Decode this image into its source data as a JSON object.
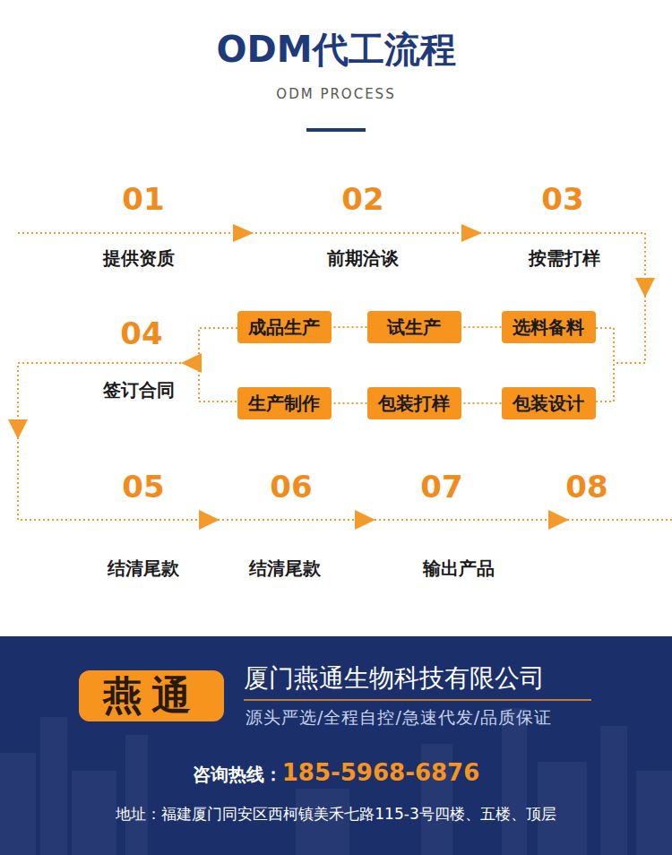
{
  "diagram": {
    "title": "ODM代工流程",
    "nodes": [
      {
        "text": [
          "成品生产"
        ]
      },
      {
        "text": [
          "试生产"
        ]
      },
      {
        "text": [
          "选料备料"
        ]
      },
      {
        "text": [
          "生产制作"
        ]
      },
      {
        "text": [
          "包装打样"
        ]
      },
      {
        "text": [
          "包装设计"
        ]
      },
      {
        "text": [
          "厦门燕通生物科技有限公司",
          "源头严选/全程自控/急速代发/品质保证",
          "咨询热线：",
          "185-5968-6876",
          "地址：福建厦门同安区西柯镇美禾七路115-3号四楼、五楼、顶层"
        ]
      },
      {
        "text": [
          "燕通"
        ],
        "in": 6
      }
    ],
    "edges": [
      {
        "from": 2,
        "to": 1,
        "arrow": "none"
      },
      {
        "from": 1,
        "to": 0,
        "arrow": "none"
      },
      {
        "from": 5,
        "to": 4,
        "arrow": "none"
      },
      {
        "from": 4,
        "to": 3,
        "arrow": "none"
      }
    ],
    "labels": [
      "ODM PROCESS",
      "01",
      "提供资质",
      "02",
      "前期洽谈",
      "03",
      "按需打样",
      "04",
      "签订合同",
      "05",
      "结清尾款",
      "06",
      "结清尾款",
      "07",
      "输出产品",
      "08"
    ]
  }
}
